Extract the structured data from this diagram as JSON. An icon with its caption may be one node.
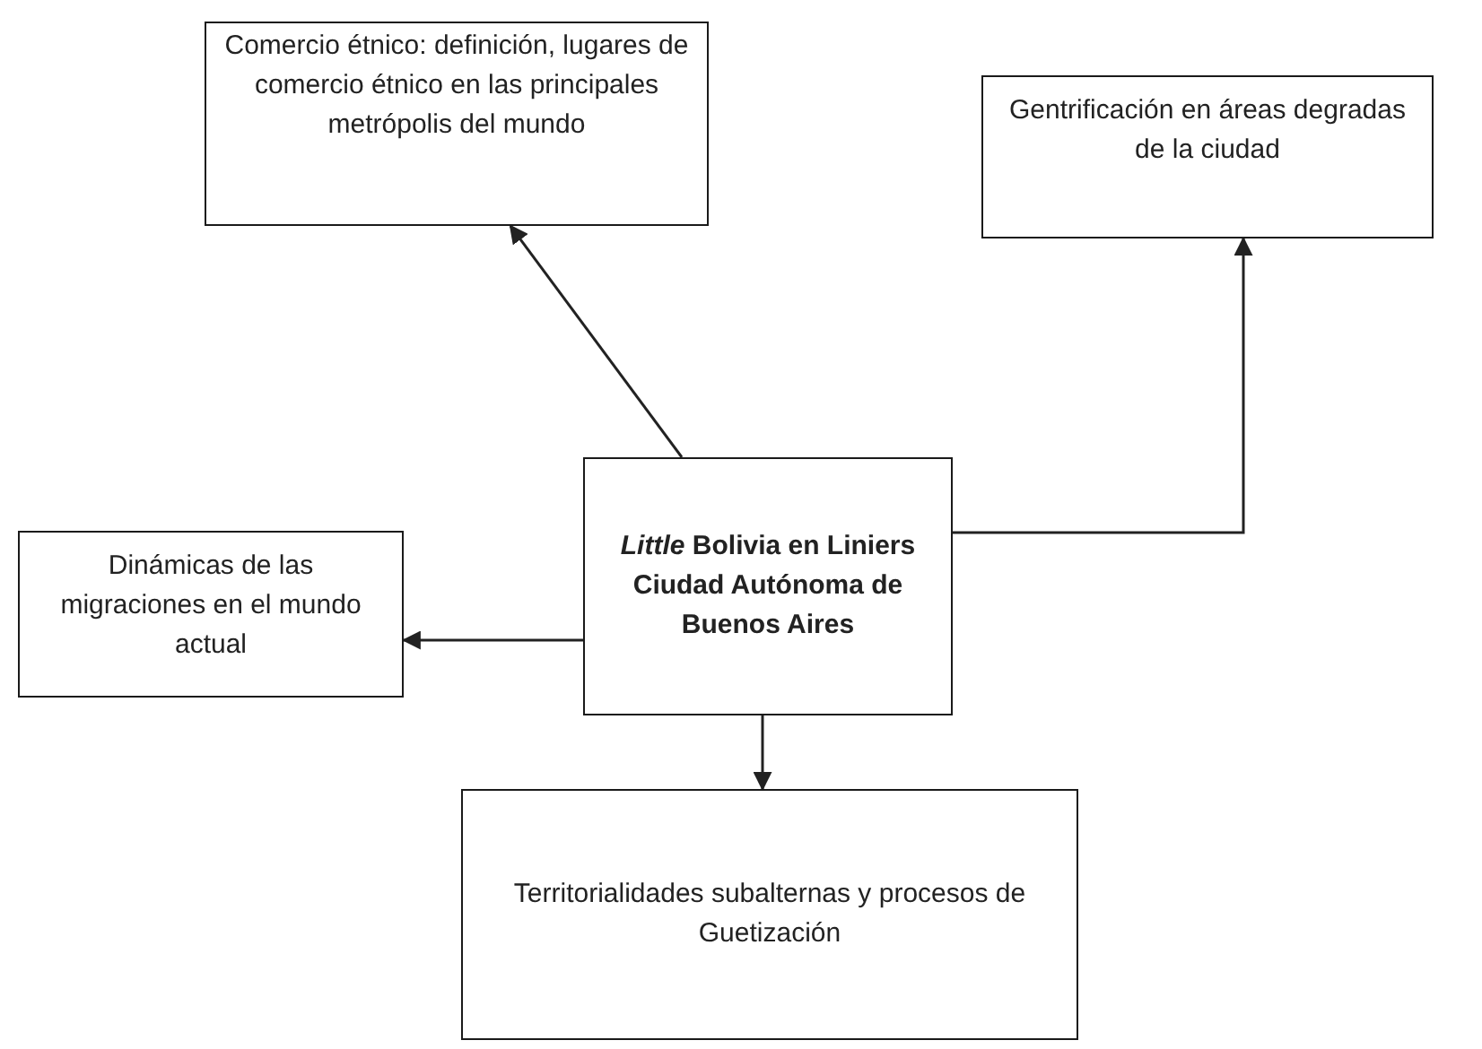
{
  "diagram": {
    "nodes": [
      {
        "text": [
          "Comercio étnico: definición, lugares de comercio étnico en las principales metrópolis del mundo"
        ]
      },
      {
        "text": [
          "Gentrificación en áreas degradas de la ciudad"
        ]
      },
      {
        "text": [
          "*Little* Bolivia en Liniers Ciudad Autónoma de Buenos Aires"
        ]
      },
      {
        "text": [
          "Dinámicas de las migraciones en el mundo actual"
        ]
      },
      {
        "text": [
          "Territorialidades subalternas y procesos de Guetización"
        ]
      }
    ],
    "edges": [
      {
        "from": 2,
        "to": 0,
        "arrow": "to"
      },
      {
        "from": 2,
        "to": 1,
        "arrow": "to"
      },
      {
        "from": 2,
        "to": 3,
        "arrow": "to"
      },
      {
        "from": 2,
        "to": 4,
        "arrow": "to"
      }
    ]
  }
}
